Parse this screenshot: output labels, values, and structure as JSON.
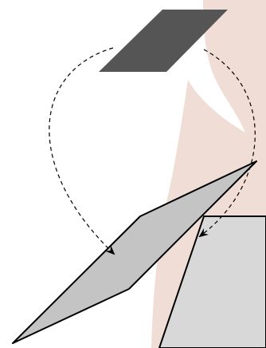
{
  "diagram": {
    "colors": {
      "background": "#ffffff",
      "backdrop": "#f0ddd6",
      "source_sheet": "#555555",
      "base_sheet": "#d8d8d8",
      "folded_flap": "#c4c4c4",
      "outline": "#000000"
    },
    "elements": [
      "decorative-backdrop",
      "source-sheet",
      "base-sheet",
      "folded-flap",
      "left-dashed-arrow",
      "right-dashed-arrow"
    ]
  }
}
